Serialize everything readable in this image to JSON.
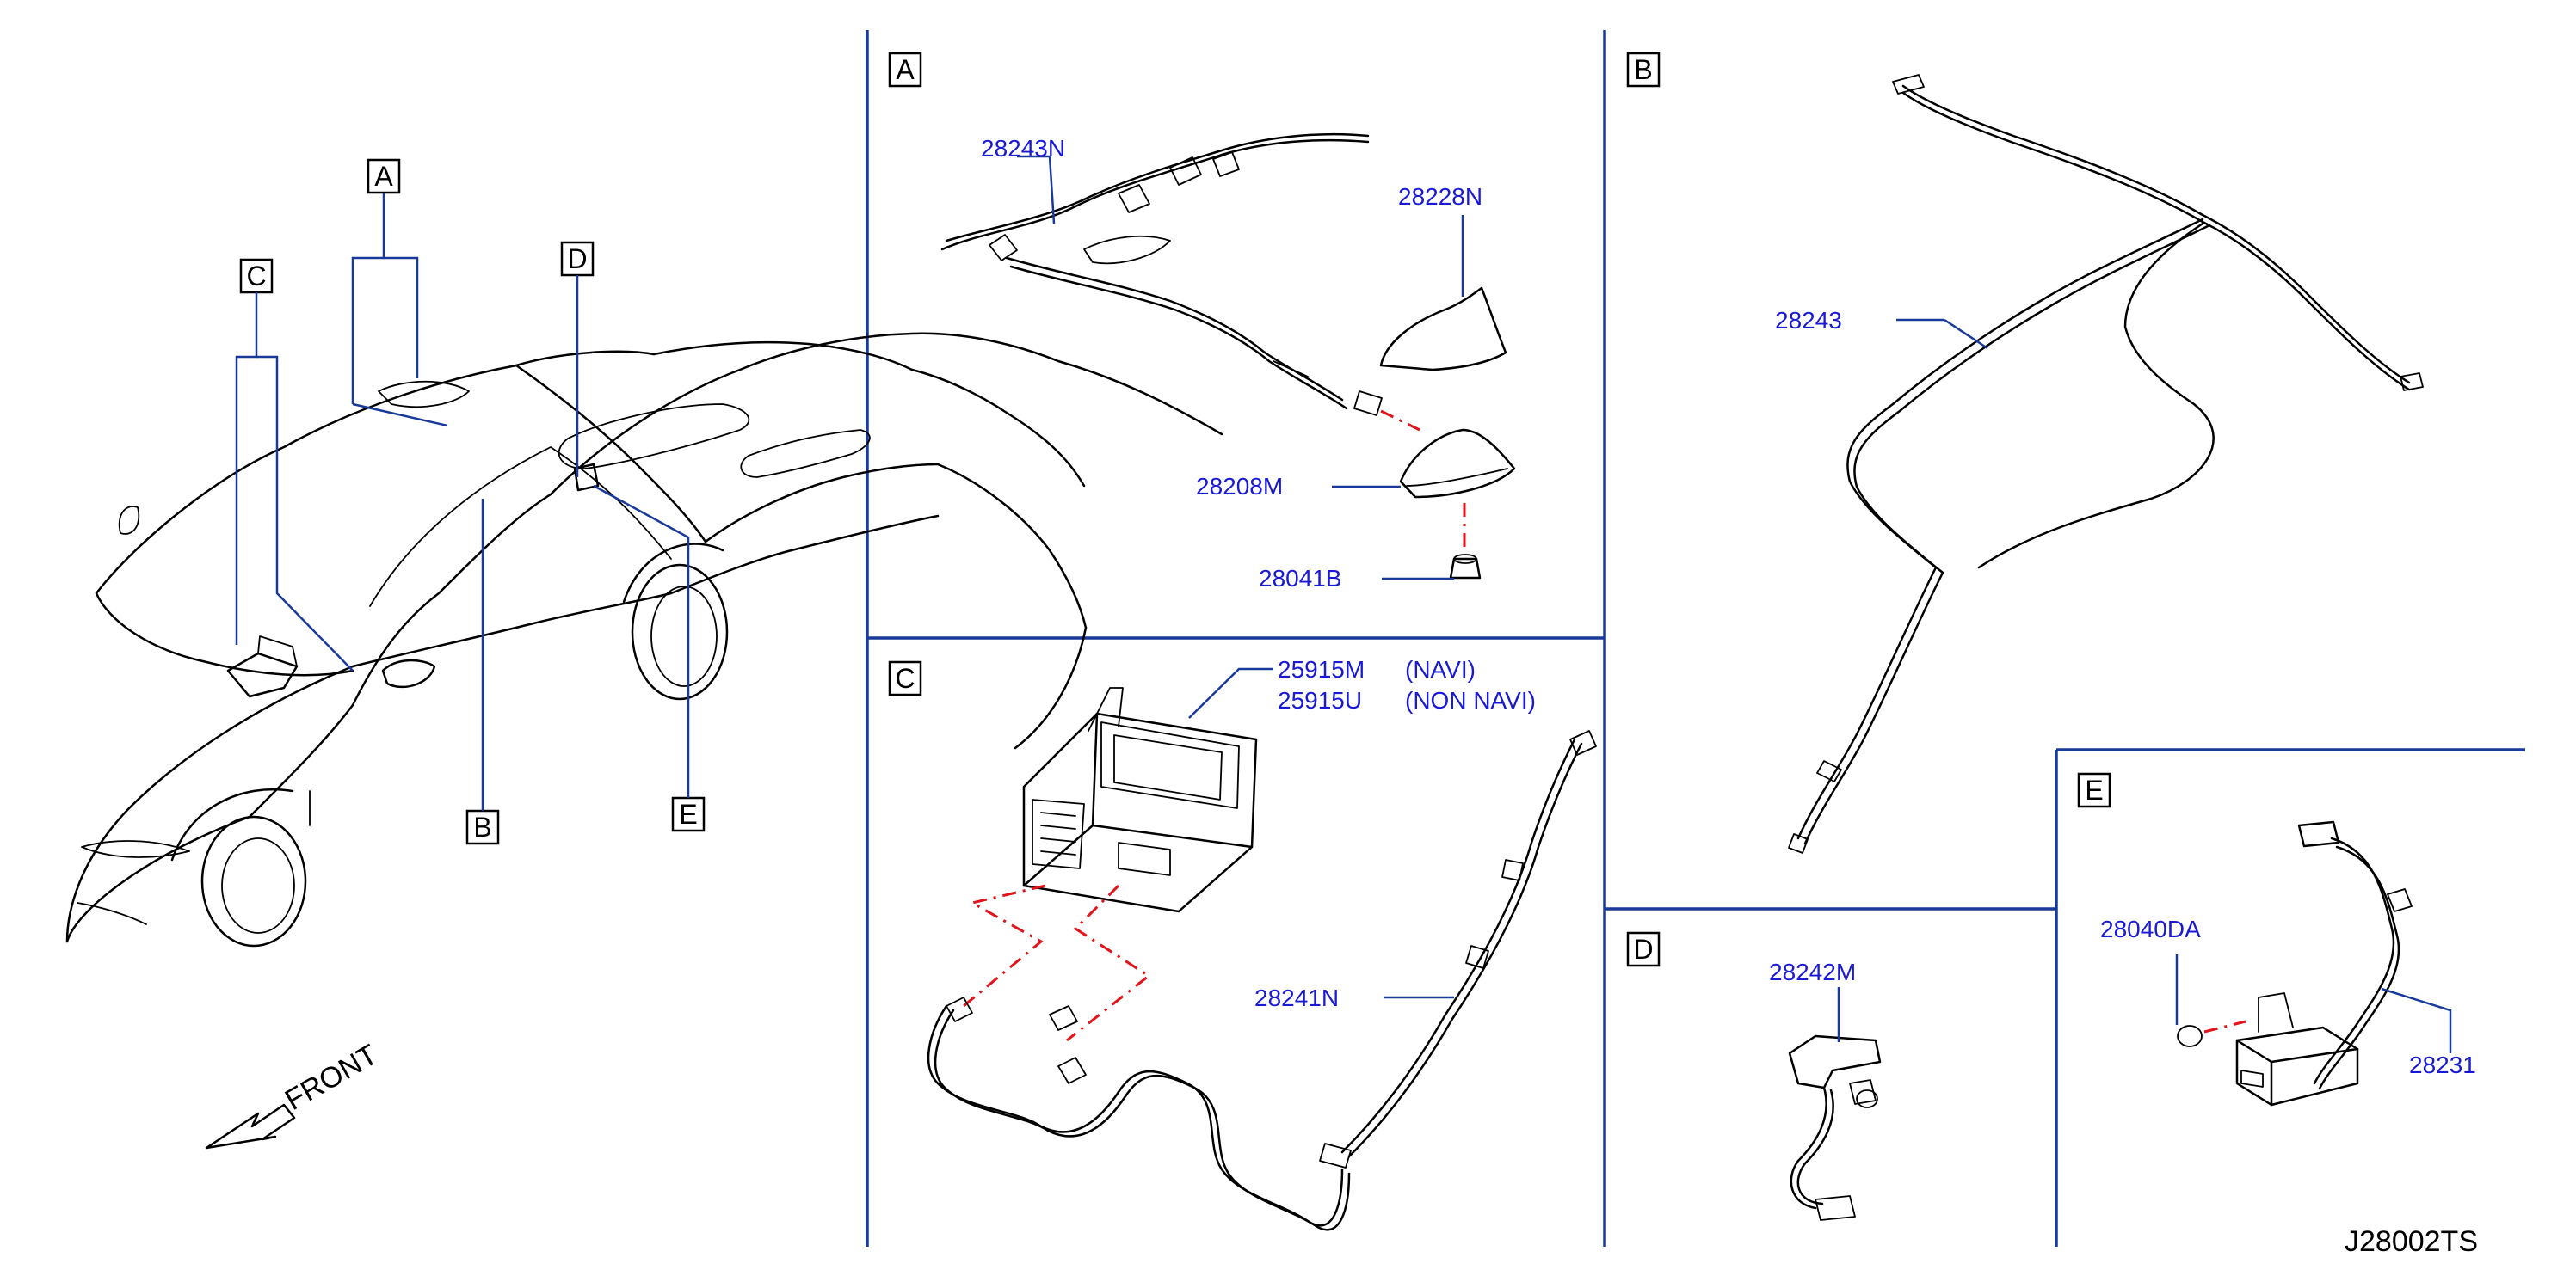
{
  "sections": [
    {
      "id": "A",
      "label": "A"
    },
    {
      "id": "B",
      "label": "B"
    },
    {
      "id": "C",
      "label": "C"
    },
    {
      "id": "D",
      "label": "D"
    },
    {
      "id": "E",
      "label": "E"
    }
  ],
  "overview": {
    "callouts": [
      "A",
      "B",
      "C",
      "D",
      "E"
    ],
    "front_label": "FRONT"
  },
  "parts": {
    "p28243N": "28243N",
    "p28228N": "28228N",
    "p28208M": "28208M",
    "p28041B": "28041B",
    "p25915M": "25915M",
    "p25915M_note": "(NAVI)",
    "p25915U": "25915U",
    "p25915U_note": "(NON   NAVI)",
    "p28241N": "28241N",
    "p28243": "28243",
    "p28242M": "28242M",
    "p28040DA": "28040DA",
    "p28231": "28231"
  },
  "figure_id": "J28002TS",
  "colors": {
    "part_number": "#1a1ad6",
    "leader": "#1a3a9a",
    "connector_dash": "#e0141a"
  }
}
